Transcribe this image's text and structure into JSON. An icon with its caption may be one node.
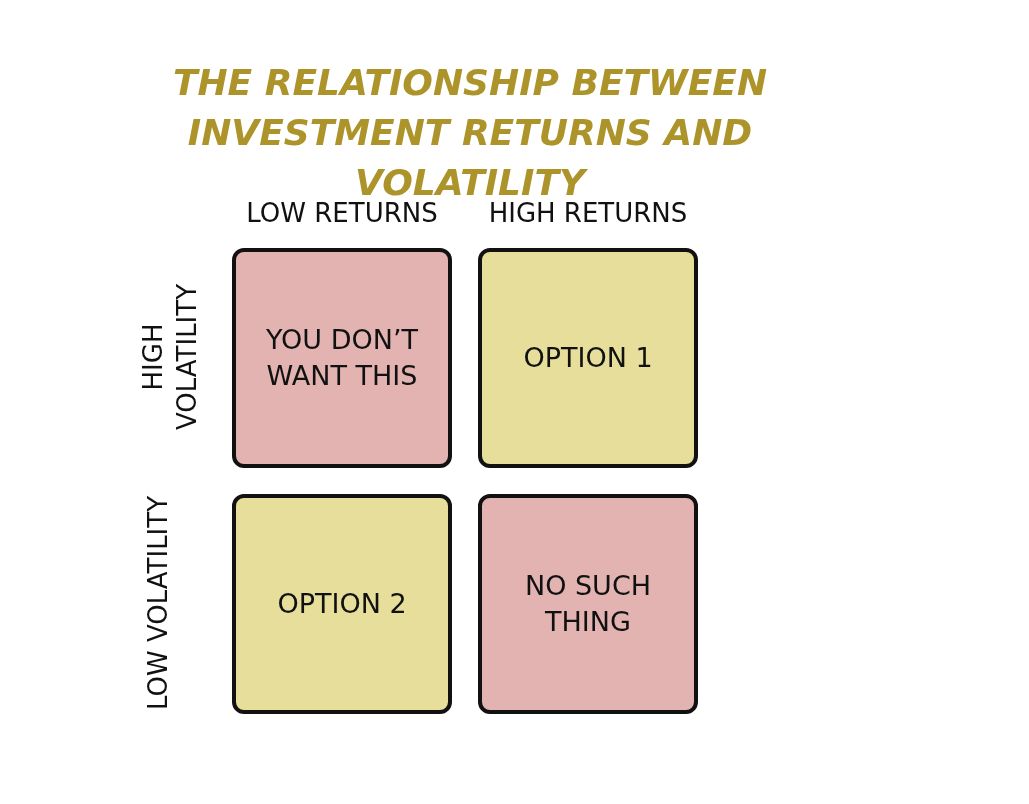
{
  "diagram": {
    "title": "THE RELATIONSHIP BETWEEN INVESTMENT RETURNS AND VOLATILITY",
    "nodes": [
      {
        "text": [
          "YOU DON’T WANT THIS"
        ]
      },
      {
        "text": [
          "OPTION 1"
        ]
      },
      {
        "text": [
          "OPTION 2"
        ]
      },
      {
        "text": [
          "NO SUCH THING"
        ]
      }
    ],
    "labels": [
      "LOW RETURNS",
      "HIGH RETURNS",
      "HIGH VOLATILITY",
      "LOW VOLATILITY"
    ]
  }
}
